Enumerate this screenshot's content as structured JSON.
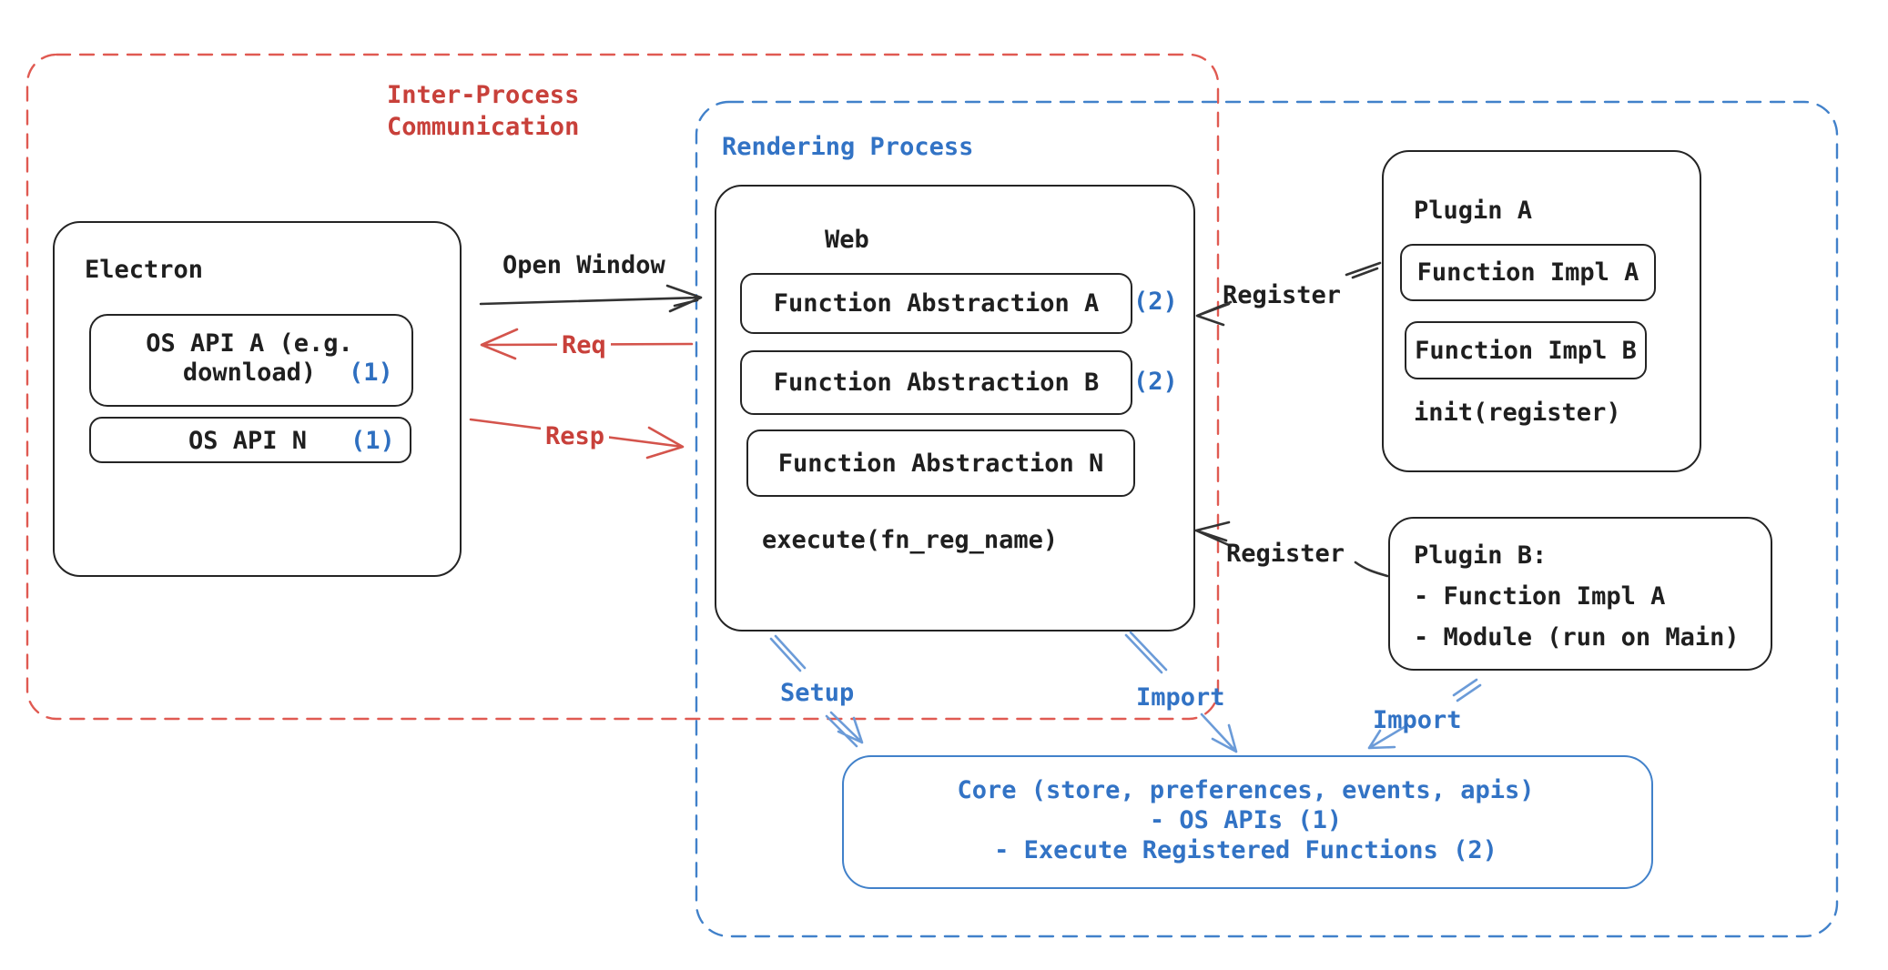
{
  "labels": {
    "ipc": "Inter-Process\nCommunication",
    "rendering": "Rendering Process",
    "open_window": "Open Window",
    "req": "Req",
    "resp": "Resp",
    "register_top": "Register",
    "register_bottom": "Register",
    "setup": "Setup",
    "import_web": "Import",
    "import_plugin": "Import"
  },
  "electron": {
    "title": "Electron",
    "api_a": {
      "text": "OS API A (e.g.\ndownload)",
      "badge": "(1)"
    },
    "api_n": {
      "label": "OS API N",
      "badge": "(1)"
    }
  },
  "web": {
    "title": "Web",
    "abstractions": [
      {
        "label": "Function Abstraction A",
        "badge": "(2)"
      },
      {
        "label": "Function Abstraction B",
        "badge": "(2)"
      },
      {
        "label": "Function Abstraction N",
        "badge": ""
      }
    ],
    "execute": "execute(fn_reg_name)"
  },
  "plugin_a": {
    "title": "Plugin A",
    "impls": [
      "Function Impl A",
      "Function Impl B"
    ],
    "init": "init(register)"
  },
  "plugin_b": {
    "lines": [
      "Plugin B:",
      "- Function Impl A",
      "- Module (run on Main)"
    ]
  },
  "core": {
    "lines": [
      "Core (store, preferences, events, apis)",
      "- OS APIs (1)",
      "- Execute Registered Functions (2)"
    ]
  },
  "colors": {
    "ink": "#1f1f1f",
    "red": "#c8403a",
    "red_border": "#e05a52",
    "blue": "#3273c5",
    "blue_border": "#4181ca",
    "blue_arrow": "#6b9bd8",
    "badge_blue": "#2e6fc0",
    "bg": "#ffffff"
  }
}
